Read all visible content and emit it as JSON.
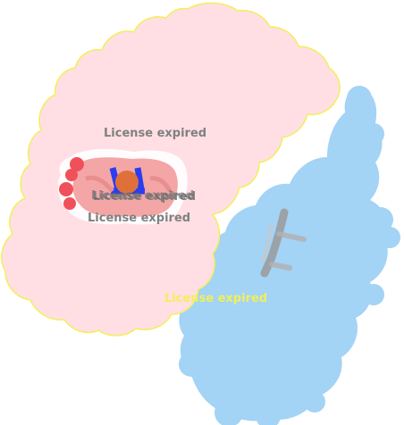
{
  "watermarks": {
    "top": "License expired",
    "center_a": "License expired",
    "center_b": "License expired",
    "lower": "License expired",
    "blue_region": "License expired"
  },
  "colors": {
    "pink_surface": "#ffdfe4",
    "pink_outline": "#f2ef5a",
    "blue_surface": "#a3d3f5",
    "ligand_salmon": "#f4a6a6",
    "oxygen_red": "#f0505a",
    "nitrogen_blue": "#2a3df0",
    "metal_orange": "#e0703a",
    "grey_molecule": "#9a9a9a",
    "watermark_grey": "#808080",
    "watermark_yellow": "#f2ef5a"
  }
}
